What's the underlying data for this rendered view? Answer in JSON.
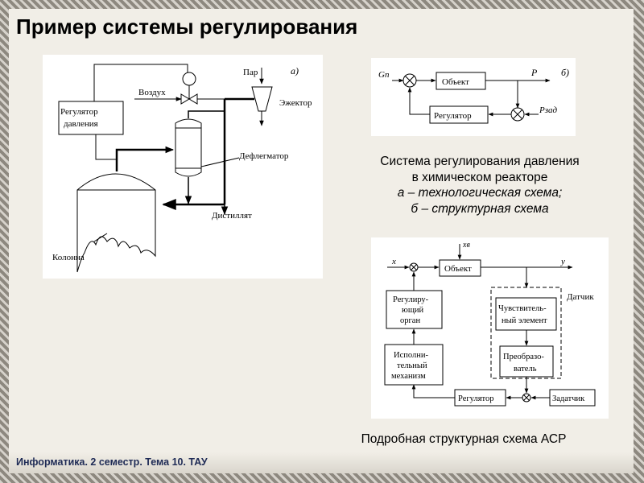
{
  "title": "Пример системы регулирования",
  "diagram_a": {
    "letter": "а)",
    "regulator_line1": "Регулятор",
    "regulator_line2": "давления",
    "air": "Воздух",
    "steam": "Пар",
    "ejector": "Эжектор",
    "dephlegmator": "Дефлегматор",
    "distillate": "Дистиллят",
    "column": "Колонна"
  },
  "diagram_b": {
    "letter": "б)",
    "input": "Gп",
    "object": "Объект",
    "output": "P",
    "regulator": "Регулятор",
    "setpoint": "Pзад"
  },
  "caption_ab": {
    "line1": "Система регулирования давления",
    "line2": "в химическом реакторе",
    "line3": "а – технологическая схема;",
    "line4": "б – структурная схема"
  },
  "diagram_c": {
    "input": "x",
    "disturbance": "xв",
    "object": "Объект",
    "output": "y",
    "sensor": "Датчик",
    "sensitive_line1": "Чувствитель-",
    "sensitive_line2": "ный элемент",
    "converter_line1": "Преобразо-",
    "converter_line2": "ватель",
    "setpoint": "Задатчик",
    "regulator": "Регулятор",
    "actuator_line1": "Исполни-",
    "actuator_line2": "тельный",
    "actuator_line3": "механизм",
    "organ_line1": "Регулиру-",
    "organ_line2": "ющий",
    "organ_line3": "орган"
  },
  "caption_c": "Подробная структурная схема АСР",
  "footer": "Информатика. 2 семестр. Тема 10. ТАУ"
}
